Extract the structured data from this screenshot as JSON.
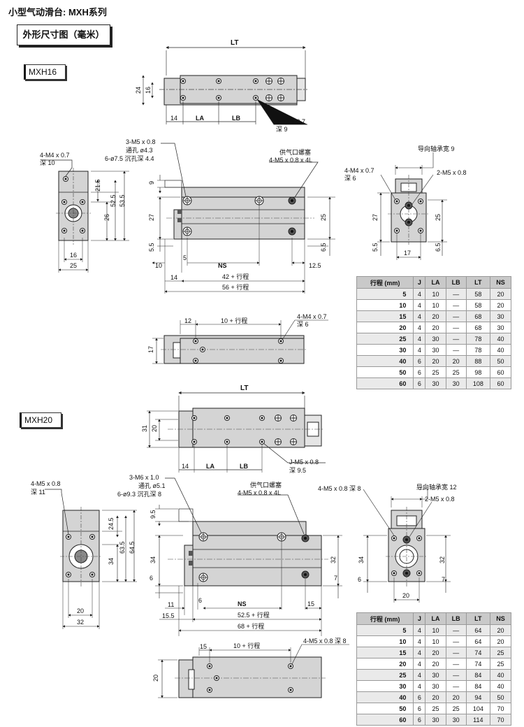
{
  "title": "小型气动滑台: MXH系列",
  "unit_label": "外形尺寸图（毫米）",
  "colors": {
    "body": "#d4d4d4",
    "line": "#333333",
    "table_header": "#c9c9c9"
  },
  "mxh16": {
    "model": "MXH16",
    "top": {
      "LT": "LT",
      "h24": "24",
      "h16": "16",
      "d14": "14",
      "LA": "LA",
      "LB": "LB",
      "hole_spec": "J-M4 x 0.7",
      "hole_depth": "深 9"
    },
    "front": {
      "cb_spec": "3-M5 x 0.8",
      "cb_thru": "通孔 ø4.3",
      "cb_counter": "6-ø7.5 沉孔深 4.4",
      "port_name": "供气口螺塞",
      "port_spec": "4-M5 x 0.8 x 4L",
      "d9": "9",
      "d27": "27",
      "d25": "25",
      "d5_5": "5.5",
      "d6_5": "6.5",
      "d10": "10",
      "d5": "5",
      "NS": "NS",
      "d12_5": "12.5",
      "d14": "14",
      "len42": "42 + 行程",
      "len56": "56 + 行程"
    },
    "left": {
      "spec": "4-M4 x 0.7",
      "depth": "深 10",
      "d21_5": "21.5",
      "d52_5": "52.5",
      "d53_5": "53.5",
      "d26": "26",
      "d16": "16",
      "d25": "25"
    },
    "right": {
      "guide": "导向轴承宽 9",
      "spec_a": "4-M4 x 0.7",
      "depth_a": "深 6",
      "spec_b": "2-M5 x 0.8",
      "d27": "27",
      "d25": "25",
      "d5_5": "5.5",
      "d6_5": "6.5",
      "d17": "17"
    },
    "bottom": {
      "d12": "12",
      "stroke": "10 + 行程",
      "spec": "4-M4 x 0.7",
      "depth": "深 6",
      "d17": "17"
    },
    "table": {
      "headers": [
        "行程 (mm)",
        "J",
        "LA",
        "LB",
        "LT",
        "NS"
      ],
      "rows": [
        [
          "5",
          "4",
          "10",
          "—",
          "58",
          "20"
        ],
        [
          "10",
          "4",
          "10",
          "—",
          "58",
          "20"
        ],
        [
          "15",
          "4",
          "20",
          "—",
          "68",
          "30"
        ],
        [
          "20",
          "4",
          "20",
          "—",
          "68",
          "30"
        ],
        [
          "25",
          "4",
          "30",
          "—",
          "78",
          "40"
        ],
        [
          "30",
          "4",
          "30",
          "—",
          "78",
          "40"
        ],
        [
          "40",
          "6",
          "20",
          "20",
          "88",
          "50"
        ],
        [
          "50",
          "6",
          "25",
          "25",
          "98",
          "60"
        ],
        [
          "60",
          "6",
          "30",
          "30",
          "108",
          "60"
        ]
      ]
    }
  },
  "mxh20": {
    "model": "MXH20",
    "top": {
      "LT": "LT",
      "h31": "31",
      "h20": "20",
      "d14": "14",
      "LA": "LA",
      "LB": "LB",
      "hole_spec": "J-M5 x 0.8",
      "hole_depth": "深 9.5"
    },
    "front": {
      "cb_spec": "3-M6 x 1.0",
      "cb_thru": "通孔 ø5.1",
      "cb_counter": "6-ø9.3 沉孔深 8",
      "port_name": "供气口螺塞",
      "port_spec": "4-M5 x 0.8 x 4L",
      "d9_5": "9.5",
      "d34": "34",
      "d32": "32",
      "d6": "6",
      "d7": "7",
      "d11": "11",
      "d6b": "6",
      "NS": "NS",
      "d15": "15",
      "d15_5": "15.5",
      "len52_5": "52.5 + 行程",
      "len68": "68 + 行程"
    },
    "left": {
      "spec": "4-M5 x 0.8",
      "depth": "深 11",
      "d24_5": "24.5",
      "d63_5": "63.5",
      "d64_5": "64.5",
      "d34": "34",
      "d20": "20",
      "d32": "32"
    },
    "right": {
      "spec_a": "4-M5 x 0.8 深 8",
      "guide": "导向轴承宽 12",
      "spec_b": "2-M5 x 0.8",
      "d34": "34",
      "d32": "32",
      "d6": "6",
      "d7": "7",
      "d20": "20"
    },
    "bottom": {
      "d15": "15",
      "stroke": "10 + 行程",
      "spec": "4-M5 x 0.8 深 8",
      "d20": "20"
    },
    "table": {
      "headers": [
        "行程 (mm)",
        "J",
        "LA",
        "LB",
        "LT",
        "NS"
      ],
      "rows": [
        [
          "5",
          "4",
          "10",
          "—",
          "64",
          "20"
        ],
        [
          "10",
          "4",
          "10",
          "—",
          "64",
          "20"
        ],
        [
          "15",
          "4",
          "20",
          "—",
          "74",
          "25"
        ],
        [
          "20",
          "4",
          "20",
          "—",
          "74",
          "25"
        ],
        [
          "25",
          "4",
          "30",
          "—",
          "84",
          "40"
        ],
        [
          "30",
          "4",
          "30",
          "—",
          "84",
          "40"
        ],
        [
          "40",
          "6",
          "20",
          "20",
          "94",
          "50"
        ],
        [
          "50",
          "6",
          "25",
          "25",
          "104",
          "70"
        ],
        [
          "60",
          "6",
          "30",
          "30",
          "114",
          "70"
        ]
      ]
    }
  }
}
